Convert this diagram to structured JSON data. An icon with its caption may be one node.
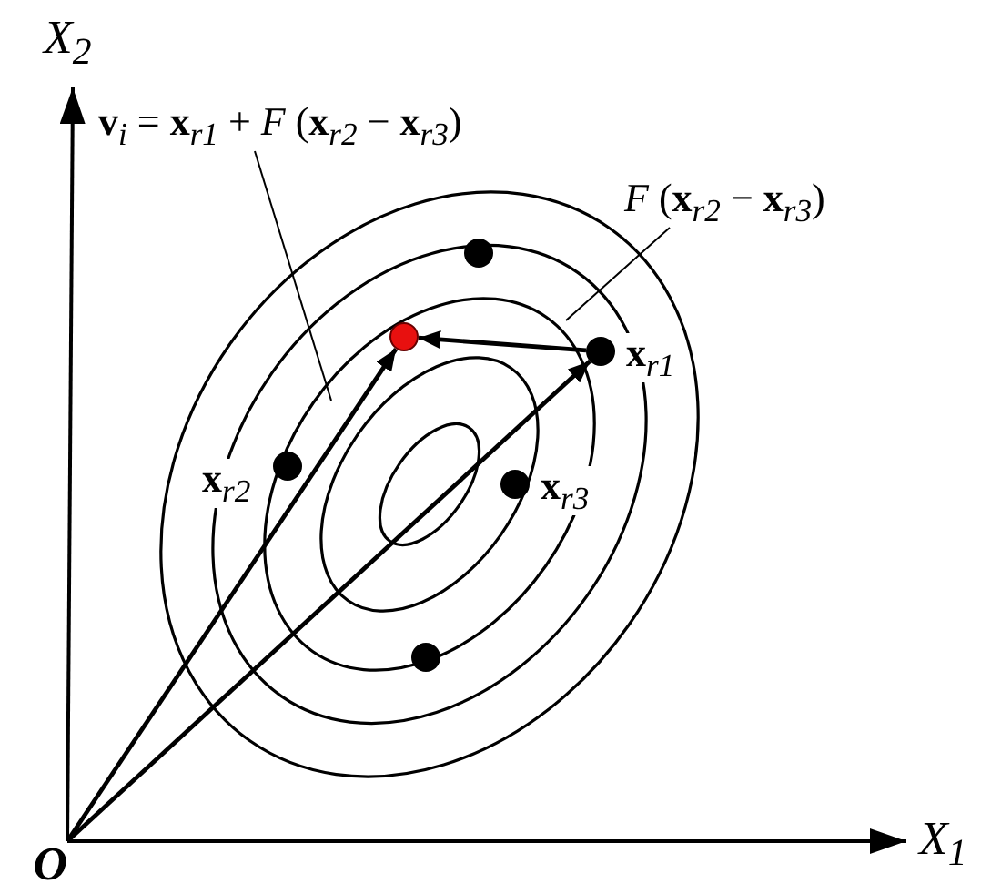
{
  "diagram": {
    "nodes": [
      {
        "text": [
          "**v**$_{i}$ = **x**$_{r1}$ + *F* (**x**$_{r2}$ − **x**$_{r3}$)"
        ]
      },
      {
        "text": [
          "*F* (**x**$_{r2}$ − **x**$_{r3}$)"
        ]
      },
      {
        "text": [],
        "shape": "circle"
      },
      {
        "text": [],
        "shape": "circle"
      },
      {
        "text": [],
        "shape": "circle",
        "beside": [
          "**x**$_{r1}$"
        ]
      },
      {
        "text": [],
        "shape": "circle",
        "beside": [
          "**x**$_{r2}$"
        ]
      },
      {
        "text": [],
        "shape": "circle",
        "beside": [
          "**x**$_{r3}$"
        ]
      },
      {
        "text": [],
        "shape": "circle"
      },
      {
        "text": [
          "O"
        ]
      }
    ],
    "edges": [
      {
        "from": 8,
        "to": 3,
        "arrow": "to"
      },
      {
        "from": 8,
        "to": 4,
        "arrow": "to"
      },
      {
        "from": 4,
        "to": 3,
        "arrow": "to"
      },
      {
        "from": 0,
        "to": null,
        "arrow": "none"
      },
      {
        "from": 1,
        "to": null,
        "arrow": "none"
      }
    ],
    "labels": [
      "X$_{2}$",
      "X$_{1}$"
    ]
  }
}
